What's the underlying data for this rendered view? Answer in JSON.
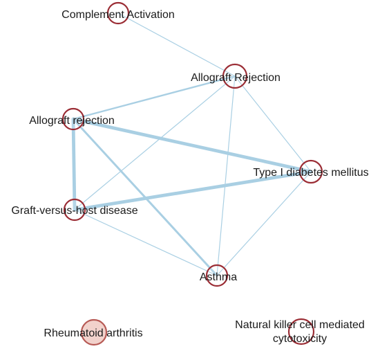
{
  "colors": {
    "edge": "#a9cfe3",
    "node_stroke": "#9b2d35",
    "node_fill": "#ffffff",
    "isolated_fill": "#f2d2cc",
    "isolated_stroke": "#b75a55"
  },
  "nodes": [
    {
      "id": "complement",
      "label": "Complement Activation"
    },
    {
      "id": "allograft-rejection-upper",
      "label": "Allograft Rejection"
    },
    {
      "id": "allograft-rejection-lower",
      "label": "Allograft rejection"
    },
    {
      "id": "type1-diabetes",
      "label": "Type I diabetes mellitus"
    },
    {
      "id": "gvhd",
      "label": "Graft-versus-host disease"
    },
    {
      "id": "asthma",
      "label": "Asthma"
    },
    {
      "id": "rheumatoid",
      "label": "Rheumatoid arthritis"
    },
    {
      "id": "nk-cytotoxicity",
      "label": "Natural killer cell mediated\ncytotoxicity"
    }
  ],
  "edges": [
    {
      "source": "complement",
      "target": "allograft-rejection-upper",
      "weight": 1
    },
    {
      "source": "allograft-rejection-upper",
      "target": "allograft-rejection-lower",
      "weight": 2
    },
    {
      "source": "allograft-rejection-upper",
      "target": "type1-diabetes",
      "weight": 1
    },
    {
      "source": "allograft-rejection-upper",
      "target": "gvhd",
      "weight": 1
    },
    {
      "source": "allograft-rejection-upper",
      "target": "asthma",
      "weight": 1
    },
    {
      "source": "allograft-rejection-lower",
      "target": "type1-diabetes",
      "weight": 4
    },
    {
      "source": "allograft-rejection-lower",
      "target": "gvhd",
      "weight": 4
    },
    {
      "source": "allograft-rejection-lower",
      "target": "asthma",
      "weight": 2.5
    },
    {
      "source": "type1-diabetes",
      "target": "gvhd",
      "weight": 4
    },
    {
      "source": "type1-diabetes",
      "target": "asthma",
      "weight": 1
    },
    {
      "source": "gvhd",
      "target": "asthma",
      "weight": 1
    }
  ]
}
